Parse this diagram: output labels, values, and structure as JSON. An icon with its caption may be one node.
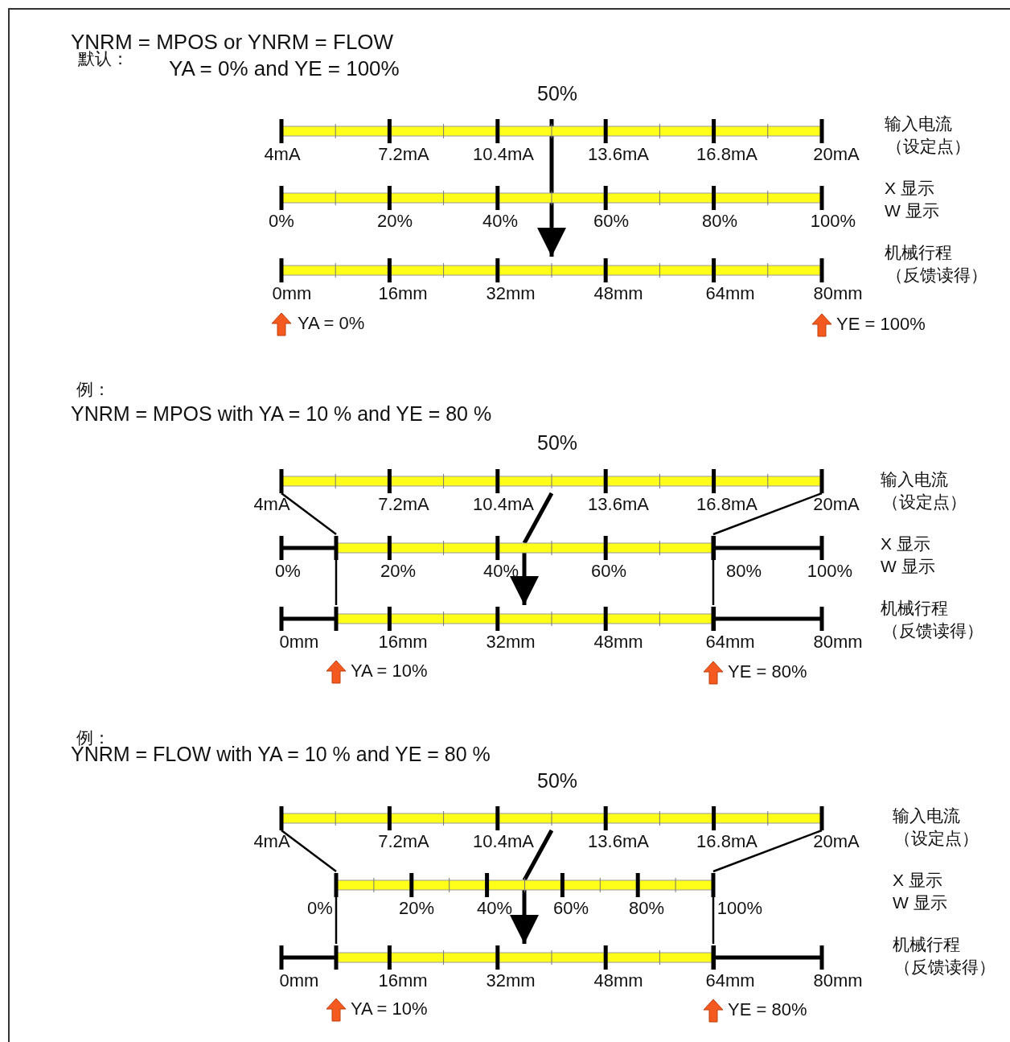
{
  "diagram": {
    "nodes": [
      {
        "text": [],
        "shape": "bar",
        "beside": [
          "4mA",
          "7.2mA",
          "10.4mA",
          "13.6mA",
          "16.8mA",
          "20mA"
        ]
      },
      {
        "text": [],
        "shape": "bar",
        "beside": [
          "0%",
          "20%",
          "40%",
          "60%",
          "80%",
          "100%"
        ]
      },
      {
        "text": [],
        "shape": "bar",
        "beside": [
          "0mm",
          "16mm",
          "32mm",
          "48mm",
          "64mm",
          "80mm"
        ]
      },
      {
        "text": [],
        "shape": "bar",
        "beside": [
          "4mA",
          "7.2mA",
          "10.4mA",
          "13.6mA",
          "16.8mA",
          "20mA"
        ]
      },
      {
        "text": [],
        "shape": "bar",
        "beside": [
          "0%",
          "20%",
          "40%",
          "60%",
          "80%",
          "100%"
        ]
      },
      {
        "text": [],
        "shape": "bar",
        "beside": [
          "0mm",
          "16mm",
          "32mm",
          "48mm",
          "64mm",
          "80mm"
        ]
      },
      {
        "text": [],
        "shape": "bar",
        "beside": [
          "4mA",
          "7.2mA",
          "10.4mA",
          "13.6mA",
          "16.8mA",
          "20mA"
        ]
      },
      {
        "text": [],
        "shape": "bar",
        "beside": [
          "0%",
          "20%",
          "40%",
          "60%",
          "80%",
          "100%"
        ]
      },
      {
        "text": [],
        "shape": "bar",
        "beside": [
          "0mm",
          "16mm",
          "32mm",
          "48mm",
          "64mm",
          "80mm"
        ]
      }
    ],
    "edges": [
      {
        "from": 0,
        "to": 1,
        "arrow": "none",
        "style": "thick"
      },
      {
        "from": 1,
        "to": 2,
        "arrow": "to",
        "style": "thick"
      },
      {
        "from": 3,
        "to": 4,
        "arrow": "none"
      },
      {
        "from": 4,
        "to": 5,
        "arrow": "none"
      },
      {
        "from": 3,
        "to": 4,
        "arrow": "none"
      },
      {
        "from": 4,
        "to": 5,
        "arrow": "none"
      },
      {
        "from": 3,
        "to": 4,
        "arrow": "none",
        "style": "thick"
      },
      {
        "from": 4,
        "to": 5,
        "arrow": "to",
        "style": "thick"
      },
      {
        "from": 6,
        "to": 7,
        "arrow": "none"
      },
      {
        "from": 7,
        "to": 8,
        "arrow": "none"
      },
      {
        "from": 6,
        "to": 7,
        "arrow": "none"
      },
      {
        "from": 7,
        "to": 8,
        "arrow": "none"
      },
      {
        "from": 6,
        "to": 7,
        "arrow": "none",
        "style": "thick"
      },
      {
        "from": 7,
        "to": 8,
        "arrow": "to",
        "style": "thick"
      }
    ],
    "labels": [
      "YNRM = MPOS or YNRM = FLOW",
      "默认：",
      "YA = 0% and YE = 100%",
      "50%",
      "输入电流",
      "（设定点）",
      "X 显示",
      "W 显示",
      "机械行程",
      "（反馈读得）",
      "YA = 0%",
      "YE = 100%",
      "例：",
      "YNRM = MPOS with YA = 10 % and YE = 80 %",
      "50%",
      "输入电流",
      "（设定点）",
      "X 显示",
      "W 显示",
      "机械行程",
      "（反馈读得）",
      "YA = 10%",
      "YE = 80%",
      "例：",
      "YNRM = FLOW with YA = 10 % and YE = 80 %",
      "50%",
      "输入电流",
      "（设定点）",
      "X 显示",
      "W 显示",
      "机械行程",
      "（反馈读得）",
      "YA = 10%",
      "YE = 80%"
    ]
  }
}
